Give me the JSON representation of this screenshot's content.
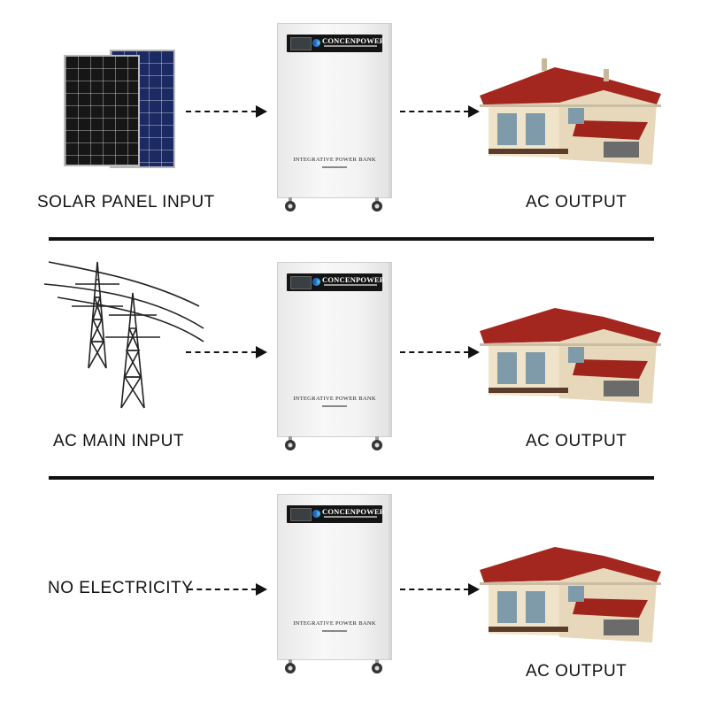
{
  "rows": [
    {
      "source_label": "SOLAR PANEL INPUT",
      "output_label": "AC OUTPUT"
    },
    {
      "source_label": "AC MAIN INPUT",
      "output_label": "AC OUTPUT"
    },
    {
      "source_label": "NO ELECTRICITY",
      "output_label": "AC OUTPUT"
    }
  ],
  "device": {
    "brand": "CONCENPOWER",
    "product": "INTEGRATIVE  POWER BANK"
  },
  "colors": {
    "roof": "#a3271f",
    "wall": "#efe3c9",
    "cabinet": "#f3f3f3",
    "panel_header": "#141414",
    "solar_front": "#161616",
    "solar_back": "#1c2a63"
  }
}
